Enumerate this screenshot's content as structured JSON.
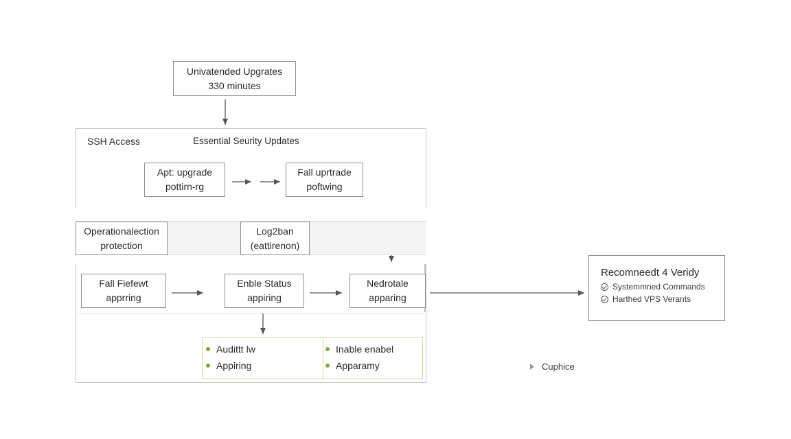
{
  "top_box": {
    "line1": "Univatended Upgrates",
    "line2": "330 minutes"
  },
  "sections": {
    "ssh_label": "SSH Access",
    "updates_label": "Essential Seurity Updates"
  },
  "row1": {
    "apt": {
      "line1": "Apt: upgrade",
      "line2": "pottirn-rg"
    },
    "fall": {
      "line1": "Fall uprtrade",
      "line2": "poftwing"
    }
  },
  "row2": {
    "operational": {
      "line1": "Operationalection",
      "line2": "protection"
    },
    "log2ban": {
      "line1": "Log2ban",
      "line2": "(eattirenon)"
    }
  },
  "row3": {
    "firewall": {
      "line1": "Fall Fiefewt",
      "line2": "apprring"
    },
    "enable": {
      "line1": "Enble Status",
      "line2": "appiring"
    },
    "nedrotale": {
      "line1": "Nedrotale",
      "line2": "apparing"
    }
  },
  "bullets": {
    "left": [
      "Audittt lw",
      "Appiring"
    ],
    "right": [
      "Inable enabel",
      "Apparamy"
    ]
  },
  "recommend": {
    "title": "Recomneedt 4 Veridy",
    "items": [
      "Systemmned Commands",
      "Harthed VPS Verants"
    ]
  },
  "footer": {
    "label": "Cuphice",
    "marker_icon": "play-triangle-icon"
  },
  "colors": {
    "border": "#8e8e8e",
    "frame": "#c2c2c2",
    "band": "#f3f3f3",
    "bullet": "#7aab3a",
    "arrow": "#555555"
  }
}
